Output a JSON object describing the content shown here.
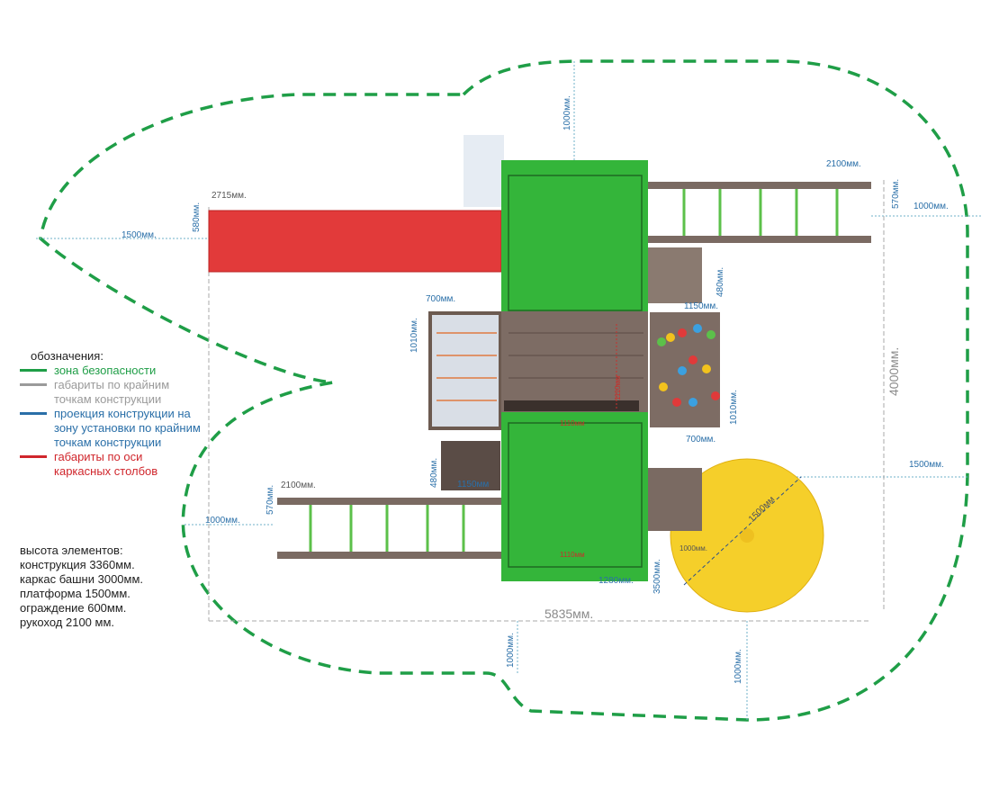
{
  "legend": {
    "title": "обозначения:",
    "items": [
      {
        "text": "зона безопасности",
        "color": "#1f9e47"
      },
      {
        "text": "габариты по крайним точкам конструкции",
        "color": "#9a9a9a"
      },
      {
        "text": "проекция конструкции на зону установки по крайним точкам конструкции",
        "color": "#2a6fa8"
      },
      {
        "text": "габариты по оси каркасных столбов",
        "color": "#d0262c"
      }
    ]
  },
  "heights": {
    "title": "высота элементов:",
    "lines": [
      "конструкция 3360мм.",
      "каркас башни 3000мм.",
      "платформа 1500мм.",
      "ограждение 600мм.",
      "рукоход  2100 мм."
    ]
  },
  "dimensions": {
    "top_clearance": "1000мм.",
    "slide_length": "2715мм.",
    "slide_width": "580мм.",
    "slide_clearance": "1500мм.",
    "monkey_bar_top_length": "2100мм.",
    "monkey_bar_top_width": "570мм.",
    "right_clearance": "1000мм.",
    "upper_ladder": "480мм.",
    "net_width": "700мм.",
    "net_height": "1010мм.",
    "upper_ladder_width": "1150мм.",
    "platform_inner": "1110мм",
    "wall_height": "1010мм.",
    "platform_mid": "1110мм",
    "wall_width": "700мм.",
    "total_depth": "4000мм.",
    "spiral_clearance": "1500мм.",
    "lower_ladder": "480мм.",
    "lower_ladder_width": "1150мм",
    "monkey_bar_bottom_length": "2100мм.",
    "monkey_bar_bottom_width": "570мм.",
    "left_clearance": "1000мм.",
    "spiral_radius": "1500мм",
    "spiral_inner": "1000мм.",
    "platform_bottom": "1110мм",
    "tower_depth": "3500мм.",
    "tower_width": "1280мм.",
    "total_width": "5835мм.",
    "bottom_clearance_left": "1000мм.",
    "bottom_clearance_right": "1000мм."
  }
}
